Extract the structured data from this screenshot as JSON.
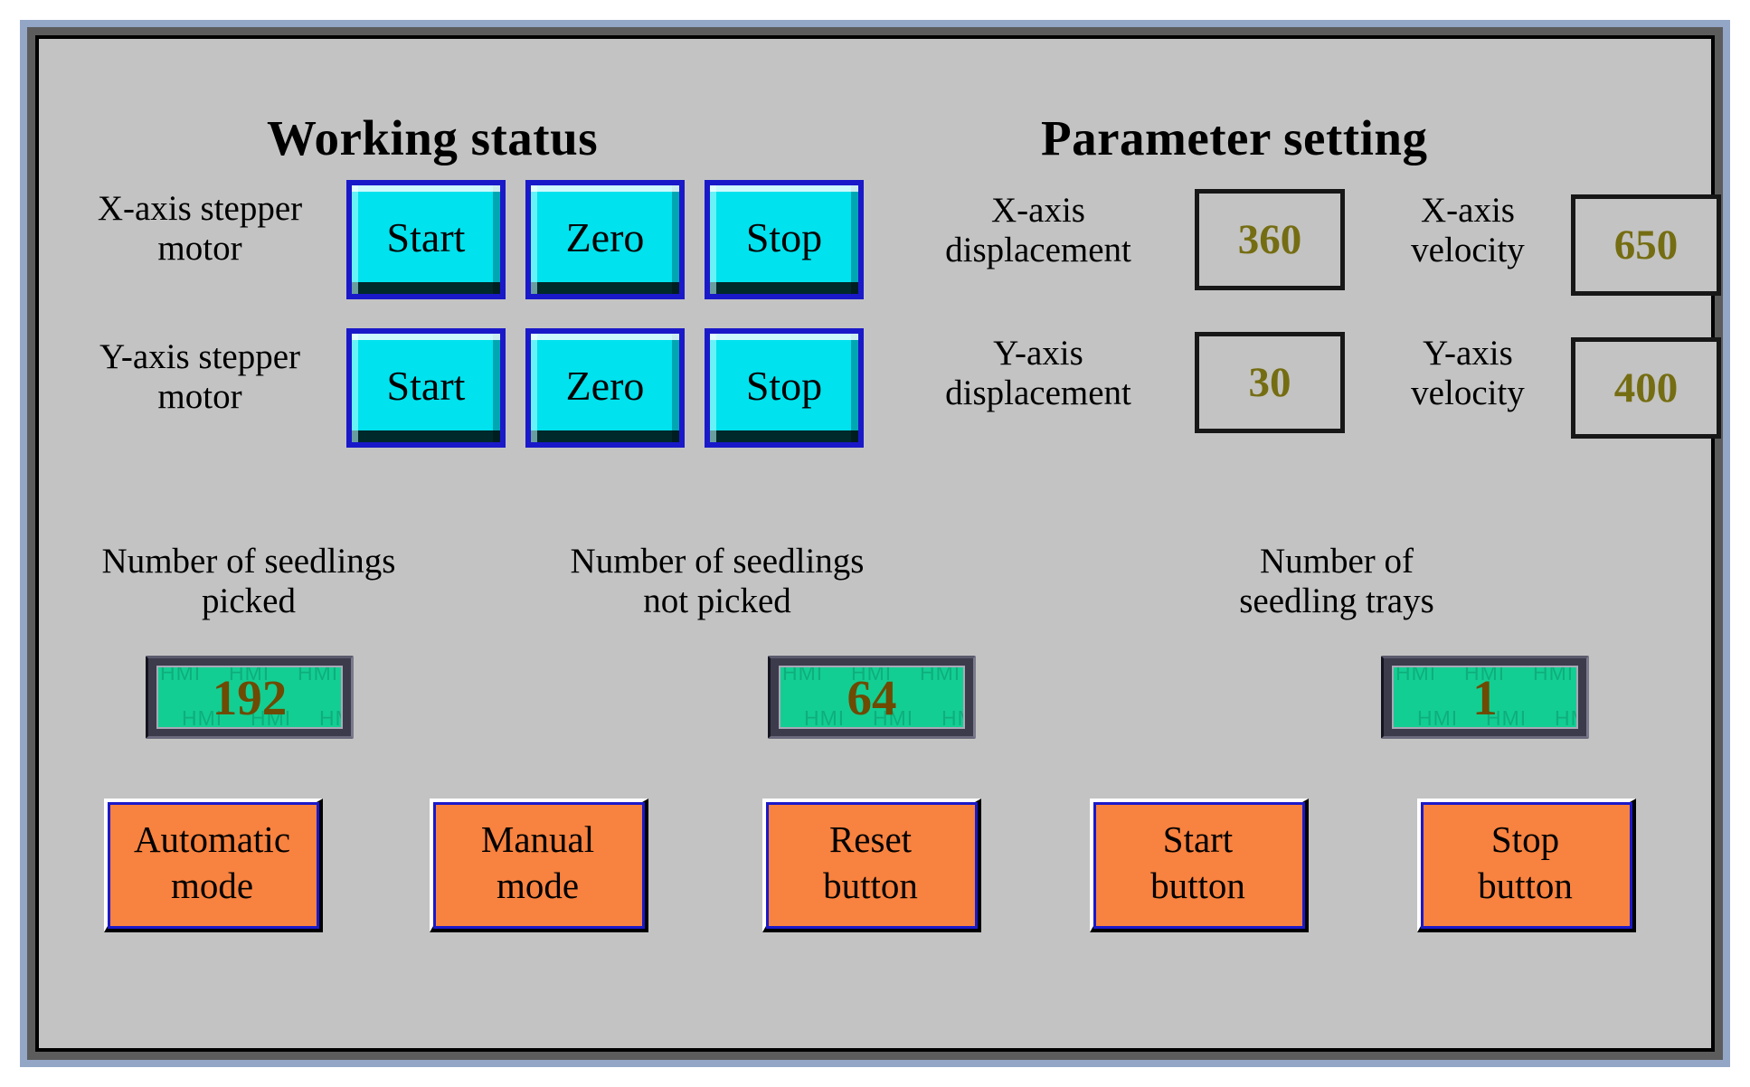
{
  "panel": {
    "background_color": "#c3c3c3",
    "frame_outer_color": "#93a6c6",
    "frame_mid_color": "#5c5c5c"
  },
  "sections": {
    "working_status_title": "Working status",
    "parameter_setting_title": "Parameter setting"
  },
  "working_status": {
    "rows": [
      {
        "label": "X-axis stepper\nmotor",
        "buttons": [
          {
            "label": "Start",
            "name": "x-axis-start-button"
          },
          {
            "label": "Zero",
            "name": "x-axis-zero-button"
          },
          {
            "label": "Stop",
            "name": "x-axis-stop-button"
          }
        ]
      },
      {
        "label": "Y-axis stepper\nmotor",
        "buttons": [
          {
            "label": "Start",
            "name": "y-axis-start-button"
          },
          {
            "label": "Zero",
            "name": "y-axis-zero-button"
          },
          {
            "label": "Stop",
            "name": "y-axis-stop-button"
          }
        ]
      }
    ],
    "button_face_color": "#00e2ee",
    "button_border_color": "#1a19c9"
  },
  "parameter_setting": {
    "value_color": "#756d12",
    "fields": [
      {
        "label": "X-axis\ndisplacement",
        "value": "360"
      },
      {
        "label": "X-axis\nvelocity",
        "value": "650"
      },
      {
        "label": "Y-axis\ndisplacement",
        "value": "30"
      },
      {
        "label": "Y-axis\nvelocity",
        "value": "400"
      }
    ]
  },
  "counters": {
    "screen_color": "#13ce92",
    "value_color": "#6e4a03",
    "watermark_text": "HMI",
    "items": [
      {
        "label": "Number of seedlings\npicked",
        "value": "192"
      },
      {
        "label": "Number of seedlings\nnot picked",
        "value": "64"
      },
      {
        "label": "Number of\nseedling trays",
        "value": "1"
      }
    ]
  },
  "command_buttons": {
    "face_color": "#f8823f",
    "items": [
      {
        "label": "Automatic\nmode"
      },
      {
        "label": "Manual\nmode"
      },
      {
        "label": "Reset\nbutton"
      },
      {
        "label": "Start\nbutton"
      },
      {
        "label": "Stop\nbutton"
      }
    ]
  }
}
